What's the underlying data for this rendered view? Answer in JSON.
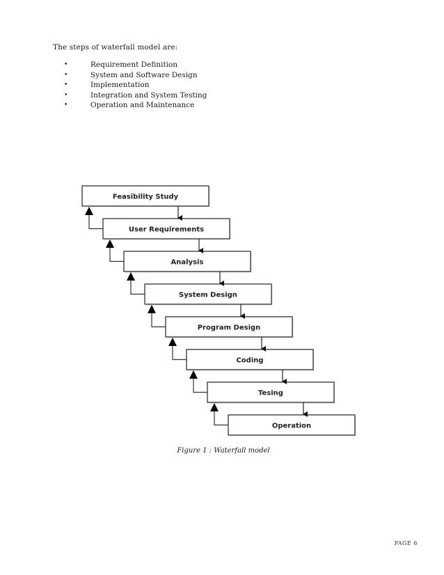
{
  "intro": "The steps of waterfall model are:",
  "steps": [
    "Requirement Definition",
    "System and Software Design",
    "Implementation",
    "Integration and System Testing",
    "Operation and Maintenance"
  ],
  "bullet": "•",
  "diagram": {
    "stages": [
      "Feasibility Study",
      "User Requirements",
      "Analysis",
      "System Design",
      "Program Design",
      "Coding",
      "Tesing",
      "Operation"
    ]
  },
  "caption": "Figure 1 : Waterfall model",
  "page_number": "PAGE 6"
}
